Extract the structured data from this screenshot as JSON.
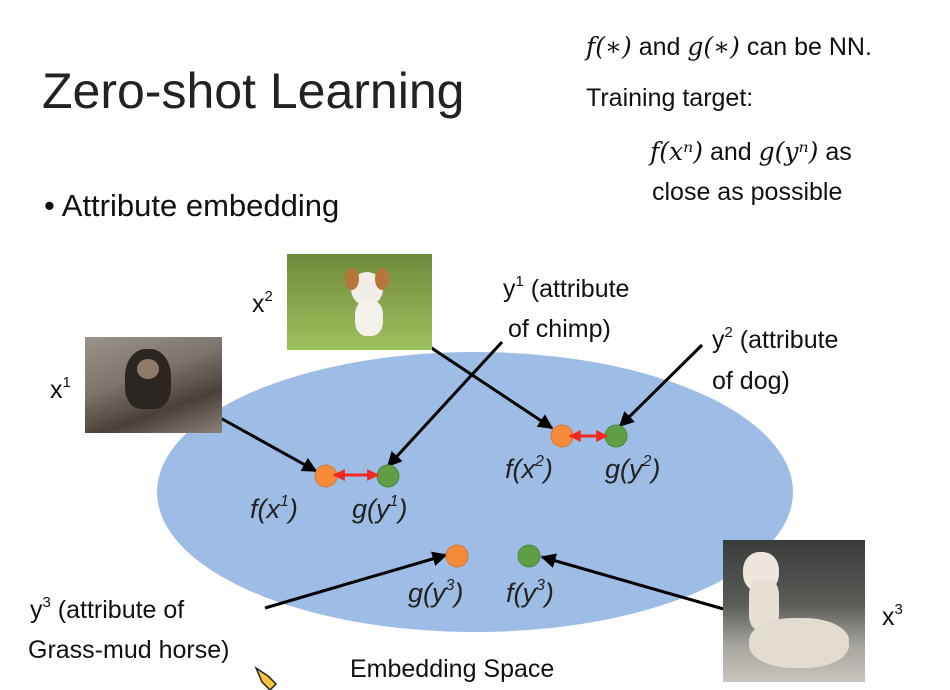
{
  "slide": {
    "title": "Zero-shot Learning",
    "bullet": "Attribute embedding",
    "notes": {
      "line1_math": "f(∗)",
      "line1_mid": " and ",
      "line1_math2": "g(∗)",
      "line1_end": " can be NN.",
      "line2": "Training target:",
      "line3_math1": "f(xⁿ)",
      "line3_mid": " and ",
      "line3_math2": "g(yⁿ)",
      "line3_end": " as",
      "line4": "close as possible"
    }
  },
  "diagram": {
    "space_label": "Embedding Space",
    "ellipse_color": "#9dbde6",
    "orange": "#f58a3a",
    "green": "#5e9e45",
    "arrow_color": "#f02a20",
    "inputs": {
      "x1": "x",
      "x1_sup": "1",
      "x2": "x",
      "x2_sup": "2",
      "x3": "x",
      "x3_sup": "3"
    },
    "attributes": {
      "y1_a": "y",
      "y1_sup": "1",
      "y1_b": " (attribute",
      "y1_c": "of chimp)",
      "y2_a": "y",
      "y2_sup": "2",
      "y2_b": " (attribute",
      "y2_c": "of dog)",
      "y3_a": "y",
      "y3_sup": "3",
      "y3_b": " (attribute of",
      "y3_c": "Grass-mud horse)"
    },
    "points": {
      "fx1": "f(x",
      "fx1_sup": "1",
      "gy1": "g(y",
      "gy1_sup": "1",
      "fx2": "f(x",
      "fx2_sup": "2",
      "gy2": "g(y",
      "gy2_sup": "2",
      "gy3": "g(y",
      "gy3_sup": "3",
      "fy3": "f(y",
      "fy3_sup": "3",
      "close": ")"
    },
    "images": [
      "chimp-photo",
      "dog-photo",
      "alpaca-photo"
    ]
  }
}
